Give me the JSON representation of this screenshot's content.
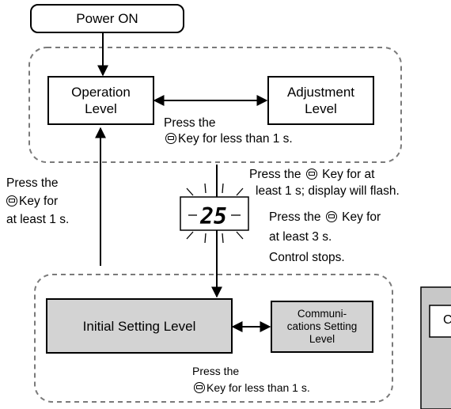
{
  "boxes": {
    "power_on": "Power ON",
    "operation_level": "Operation\nLevel",
    "adjustment_level": "Adjustment\nLevel",
    "initial_setting_level": "Initial Setting Level",
    "communications_setting_level": "Communi-\ncations Setting\nLevel",
    "side_panel_fragment": "C"
  },
  "notes": {
    "op_adj_press_line1": "Press the",
    "op_adj_press_line2": "Key for less than 1 s.",
    "to_initial_line1": "Press the",
    "to_initial_line2": "Key for at",
    "to_initial_line3": "least 1 s; display will flash.",
    "display_value": "25",
    "hold_line1": "Press the",
    "hold_line2": "Key for",
    "hold_line3": "at least 3 s.",
    "control_stops": "Control stops.",
    "back_line1": "Press the",
    "back_line2": "Key for",
    "back_line3": "at least 1 s.",
    "init_comm_line1": "Press the",
    "init_comm_line2": "Key for less than 1 s."
  },
  "icons": [
    "mode-key-icon"
  ],
  "colors": {
    "setting_box_fill": "#d3d3d3",
    "side_panel_fill": "#c8c8c8",
    "dashed_border": "#7a7a7a"
  }
}
